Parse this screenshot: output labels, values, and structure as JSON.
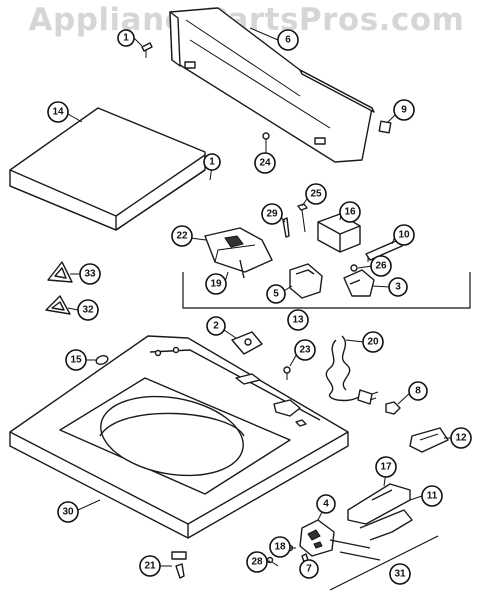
{
  "watermark": "AppliancePartsPros.com",
  "callouts": {
    "c1": "1",
    "c2": "2",
    "c3": "3",
    "c4": "4",
    "c5": "5",
    "c6": "6",
    "c7": "7",
    "c8": "8",
    "c9": "9",
    "c10": "10",
    "c11": "11",
    "c12": "12",
    "c13": "13",
    "c14": "14",
    "c15": "15",
    "c16": "16",
    "c17": "17",
    "c18": "18",
    "c19": "19",
    "c20": "20",
    "c21": "21",
    "c22": "22",
    "c23": "23",
    "c24": "24",
    "c25": "25",
    "c26": "26",
    "c28": "28",
    "c29": "29",
    "c30": "30",
    "c31": "31",
    "c32": "32",
    "c33": "33"
  },
  "colors": {
    "line": "#1a1a1a",
    "watermark": "#d6d6d6",
    "background": "#ffffff"
  }
}
